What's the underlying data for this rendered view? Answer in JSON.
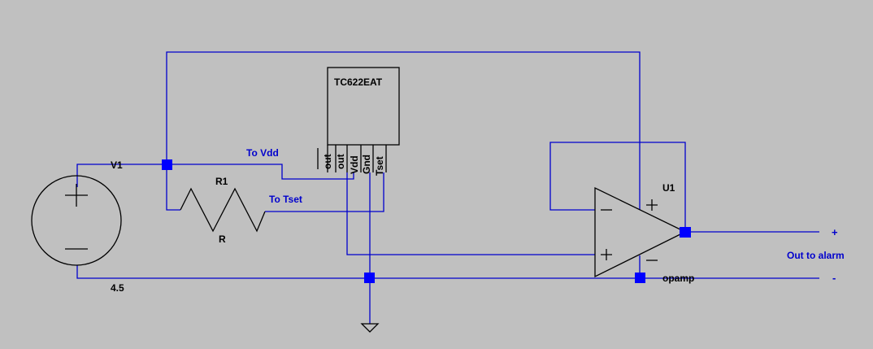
{
  "colors": {
    "background": "#c0c0c0",
    "wire": "#0000cd",
    "junction": "#0000ff",
    "component": "#000000"
  },
  "source": {
    "ref": "V1",
    "value": "4.5"
  },
  "resistor": {
    "ref": "R1",
    "value": "R"
  },
  "chip": {
    "name": "TC622EAT",
    "pins": [
      "out",
      "out",
      "Vdd",
      "Gnd",
      "Tset"
    ]
  },
  "opamp": {
    "ref": "U1",
    "model": "opamp"
  },
  "net_labels": {
    "to_vdd": "To Vdd",
    "to_tset": "To Tset",
    "out_to_alarm": "Out to alarm",
    "plus": "+",
    "minus": "-"
  }
}
